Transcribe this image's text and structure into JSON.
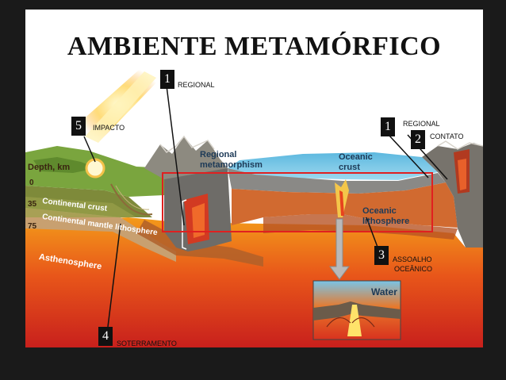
{
  "slide": {
    "title": "AMBIENTE METAMÓRFICO",
    "background": "#ffffff",
    "page_background": "#1a1a1a"
  },
  "markers": [
    {
      "number": "1",
      "label": "REGIONAL"
    },
    {
      "number": "1",
      "label": "REGIONAL"
    },
    {
      "number": "2",
      "label": "CONTATO"
    },
    {
      "number": "3",
      "label": "ASSOALHO OCEÂNICO",
      "label_line1": "ASSOALHO",
      "label_line2": "OCEÂNICO"
    },
    {
      "number": "4",
      "label": "SOTERRAMENTO"
    },
    {
      "number": "5",
      "label": "IMPACTO"
    }
  ],
  "illustration": {
    "depth_title": "Depth, km",
    "depths": [
      "0",
      "35",
      "75"
    ],
    "continental_crust": "Continental crust",
    "continental_mantle": "Continental mantle lithosphere",
    "asthenosphere": "Asthenosphere",
    "regional_line1": "Regional",
    "regional_line2": "metamorphism",
    "oceanic_crust_line1": "Oceanic",
    "oceanic_crust_line2": "crust",
    "oceanic_litho_line1": "Oceanic",
    "oceanic_litho_line2": "lithosphere",
    "water": "Water",
    "highlight_color": "#e02020"
  }
}
